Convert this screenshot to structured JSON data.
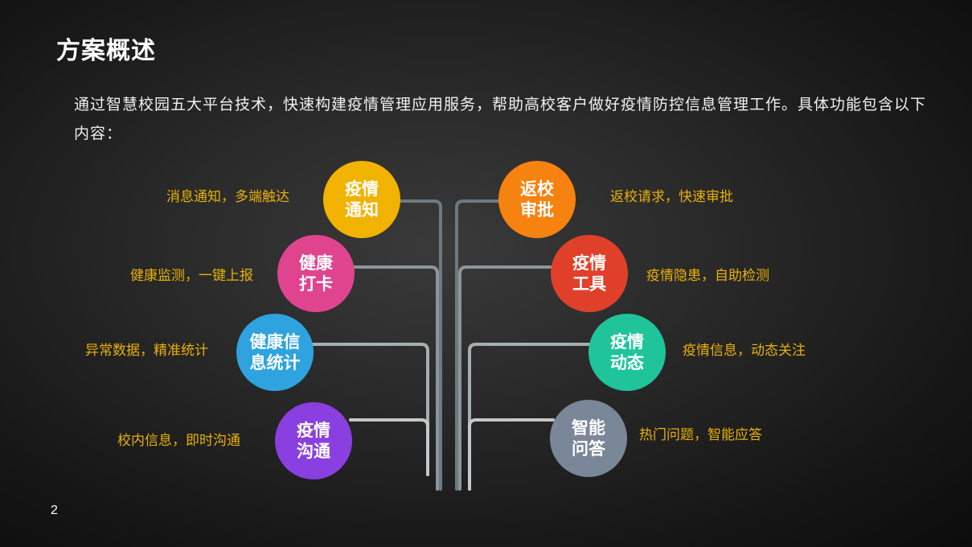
{
  "slide": {
    "title": "方案概述",
    "intro": "通过智慧校园五大平台技术，快速构建疫情管理应用服务，帮助高校客户做好疫情防控信息管理工作。具体功能包含以下内容：",
    "page_number": "2"
  },
  "colors": {
    "yellow": "#F2B200",
    "pink": "#E0448F",
    "blue": "#2EA3DF",
    "purple": "#8A3FE0",
    "orange": "#F6820F",
    "red": "#E0402A",
    "teal": "#1FC49A",
    "gray": "#7A8798",
    "desc_text": "#E8B008"
  },
  "features": {
    "left": [
      {
        "line1": "疫情",
        "line2": "通知",
        "desc": "消息通知，多端触达",
        "color": "#F2B200"
      },
      {
        "line1": "健康",
        "line2": "打卡",
        "desc": "健康监测，一键上报",
        "color": "#E0448F"
      },
      {
        "line1": "健康信",
        "line2": "息统计",
        "desc": "异常数据，精准统计",
        "color": "#2EA3DF"
      },
      {
        "line1": "疫情",
        "line2": "沟通",
        "desc": "校内信息，即时沟通",
        "color": "#8A3FE0"
      }
    ],
    "right": [
      {
        "line1": "返校",
        "line2": "审批",
        "desc": "返校请求，快速审批",
        "color": "#F6820F"
      },
      {
        "line1": "疫情",
        "line2": "工具",
        "desc": "疫情隐患，自助检测",
        "color": "#E0402A"
      },
      {
        "line1": "疫情",
        "line2": "动态",
        "desc": "疫情信息，动态关注",
        "color": "#1FC49A"
      },
      {
        "line1": "智能",
        "line2": "问答",
        "desc": "热门问题，智能应答",
        "color": "#7A8798"
      }
    ]
  }
}
